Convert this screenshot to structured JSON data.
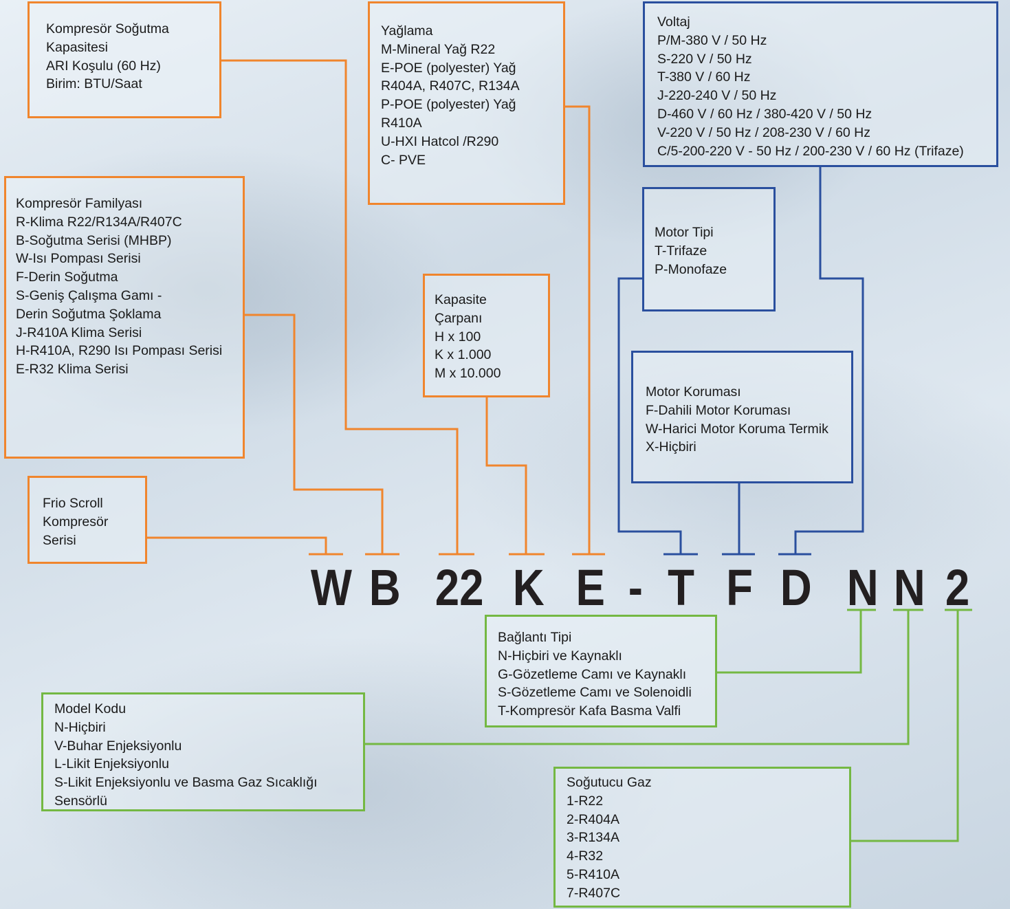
{
  "code_letters": [
    {
      "id": "W",
      "text": "W"
    },
    {
      "id": "B",
      "text": "B"
    },
    {
      "id": "22",
      "text": "22"
    },
    {
      "id": "K",
      "text": "K"
    },
    {
      "id": "E",
      "text": "E"
    },
    {
      "id": "dash",
      "text": "-"
    },
    {
      "id": "T",
      "text": "T"
    },
    {
      "id": "F",
      "text": "F"
    },
    {
      "id": "D",
      "text": "D"
    },
    {
      "id": "N1",
      "text": "N"
    },
    {
      "id": "N2",
      "text": "N"
    },
    {
      "id": "2",
      "text": "2"
    }
  ],
  "boxes": {
    "capacity": [
      "Kompresör Soğutma",
      "Kapasitesi",
      "ARI Koşulu (60 Hz)",
      "Birim: BTU/Saat"
    ],
    "lubrication": [
      "Yağlama",
      "M-Mineral Yağ R22",
      "E-POE (polyester) Yağ",
      "R404A, R407C, R134A",
      "P-POE (polyester) Yağ",
      "R410A",
      "U-HXI Hatcol /R290",
      "C- PVE"
    ],
    "voltage": [
      "Voltaj",
      "P/M-380 V / 50 Hz",
      "S-220 V / 50 Hz",
      "T-380 V / 60 Hz",
      "J-220-240 V / 50 Hz",
      "D-460 V / 60 Hz / 380-420 V / 50 Hz",
      "V-220 V / 50 Hz / 208-230 V / 60 Hz",
      "C/5-200-220 V - 50 Hz / 200-230 V / 60 Hz  (Trifaze)"
    ],
    "family": [
      "Kompresör Familyası",
      "R-Klima R22/R134A/R407C",
      "B-Soğutma Serisi (MHBP)",
      "W-Isı Pompası Serisi",
      "F-Derin Soğutma",
      "S-Geniş Çalışma Gamı -",
      "Derin Soğutma Şoklama",
      "J-R410A Klima Serisi",
      "H-R410A, R290 Isı Pompası Serisi",
      "E-R32 Klima Serisi"
    ],
    "motor_type": [
      "Motor Tipi",
      "T-Trifaze",
      "P-Monofaze"
    ],
    "multiplier": [
      "Kapasite",
      "Çarpanı",
      "H x 100",
      "K x 1.000",
      "M x 10.000"
    ],
    "motor_protection": [
      "Motor Koruması",
      "F-Dahili Motor Koruması",
      "W-Harici Motor Koruma Termik",
      "X-Hiçbiri"
    ],
    "series": [
      "Frio Scroll",
      "Kompresör",
      "Serisi"
    ],
    "connection": [
      "Bağlantı Tipi",
      "N-Hiçbiri ve Kaynaklı",
      "G-Gözetleme Camı ve Kaynaklı",
      "S-Gözetleme Camı ve Solenoidli",
      "T-Kompresör Kafa Basma Valfi"
    ],
    "model_code": [
      "Model Kodu",
      "N-Hiçbiri",
      "V-Buhar Enjeksiyonlu",
      "L-Likit Enjeksiyonlu",
      "S-Likit Enjeksiyonlu ve Basma Gaz Sıcaklığı",
      "Sensörlü"
    ],
    "refrigerant": [
      "Soğutucu Gaz",
      "1-R22",
      "2-R404A",
      "3-R134A",
      "4-R32",
      "5-R410A",
      "7-R407C"
    ]
  },
  "colors": {
    "orange": "#f0852d",
    "blue": "#2a4f9e",
    "green": "#74b843",
    "code_text": "#231f20"
  }
}
